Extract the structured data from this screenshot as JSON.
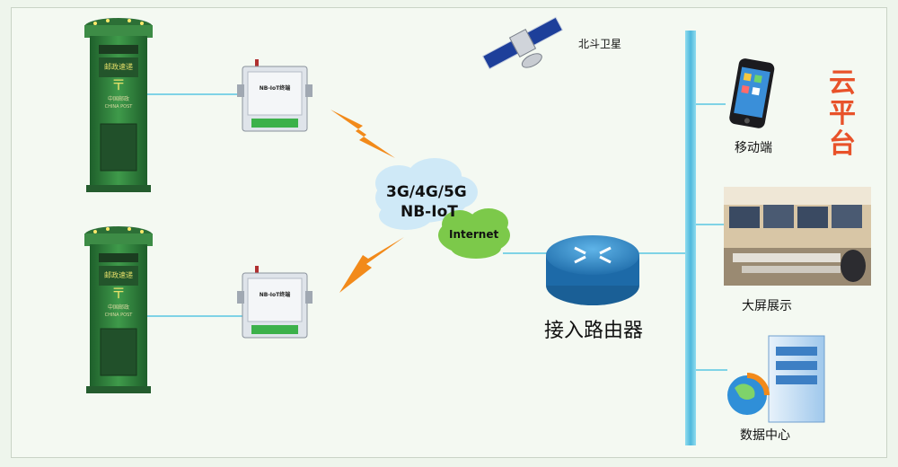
{
  "labels": {
    "satellite": "北斗卫星",
    "mobile": "移动端",
    "big_screen": "大屏展示",
    "data_center": "数据中心",
    "cloud_platform": "云平台",
    "router": "接入路由器",
    "network_line1": "3G/4G/5G",
    "network_line2": "NB-IoT",
    "internet": "Internet"
  },
  "device_label": "NB-IoT终端",
  "postbox_label": "邮政速递",
  "postbox_sub": "中国邮政",
  "postbox_en": "CHINA POST",
  "colors": {
    "postbox_green": "#2f7a3a",
    "link_cyan": "#7fd3e6",
    "bus_blue": "#5fc3e0",
    "lightning": "#f28a1a",
    "cloud_blue": "#cfe9f7",
    "internet_green": "#7cc94a",
    "router_blue": "#2c86c8",
    "cloud_platform_text": "#e8522a"
  },
  "icons": [
    "satellite-icon",
    "mobile-phone-icon",
    "control-room-icon",
    "server-icon",
    "router-icon",
    "postbox-icon",
    "iot-terminal-icon",
    "lightning-icon",
    "cloud-icon"
  ]
}
